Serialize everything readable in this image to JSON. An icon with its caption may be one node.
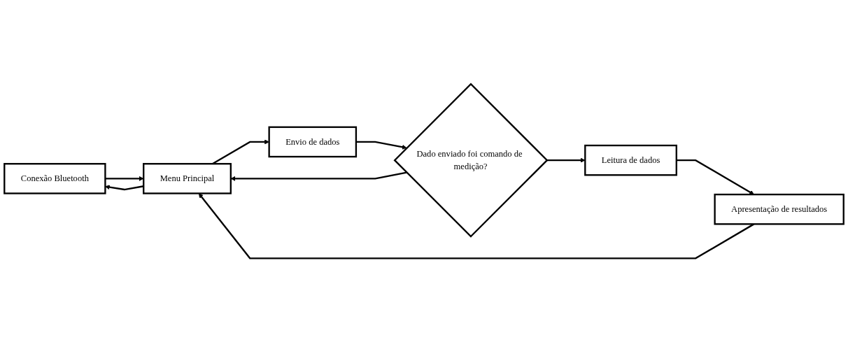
{
  "diagram": {
    "nodes": [
      {
        "text": [
          "Conexão Bluetooth"
        ]
      },
      {
        "text": [
          "Menu Principal"
        ]
      },
      {
        "text": [
          "Envio de dados"
        ]
      },
      {
        "text": [
          "Dado enviado foi comando de medição?"
        ]
      },
      {
        "text": [
          "Leitura de dados"
        ]
      },
      {
        "text": [
          "Apresentação de resultados"
        ]
      }
    ],
    "edges": [
      {
        "from": 0,
        "to": 1,
        "arrow": "to"
      },
      {
        "from": 1,
        "to": 0,
        "arrow": "to"
      },
      {
        "from": 1,
        "to": 2,
        "arrow": "to"
      },
      {
        "from": 2,
        "to": 3,
        "arrow": "to"
      },
      {
        "from": 3,
        "to": 1,
        "arrow": "to"
      },
      {
        "from": 3,
        "to": 4,
        "arrow": "to"
      },
      {
        "from": 4,
        "to": 5,
        "arrow": "to"
      },
      {
        "from": 5,
        "to": 1,
        "arrow": "to"
      }
    ]
  }
}
